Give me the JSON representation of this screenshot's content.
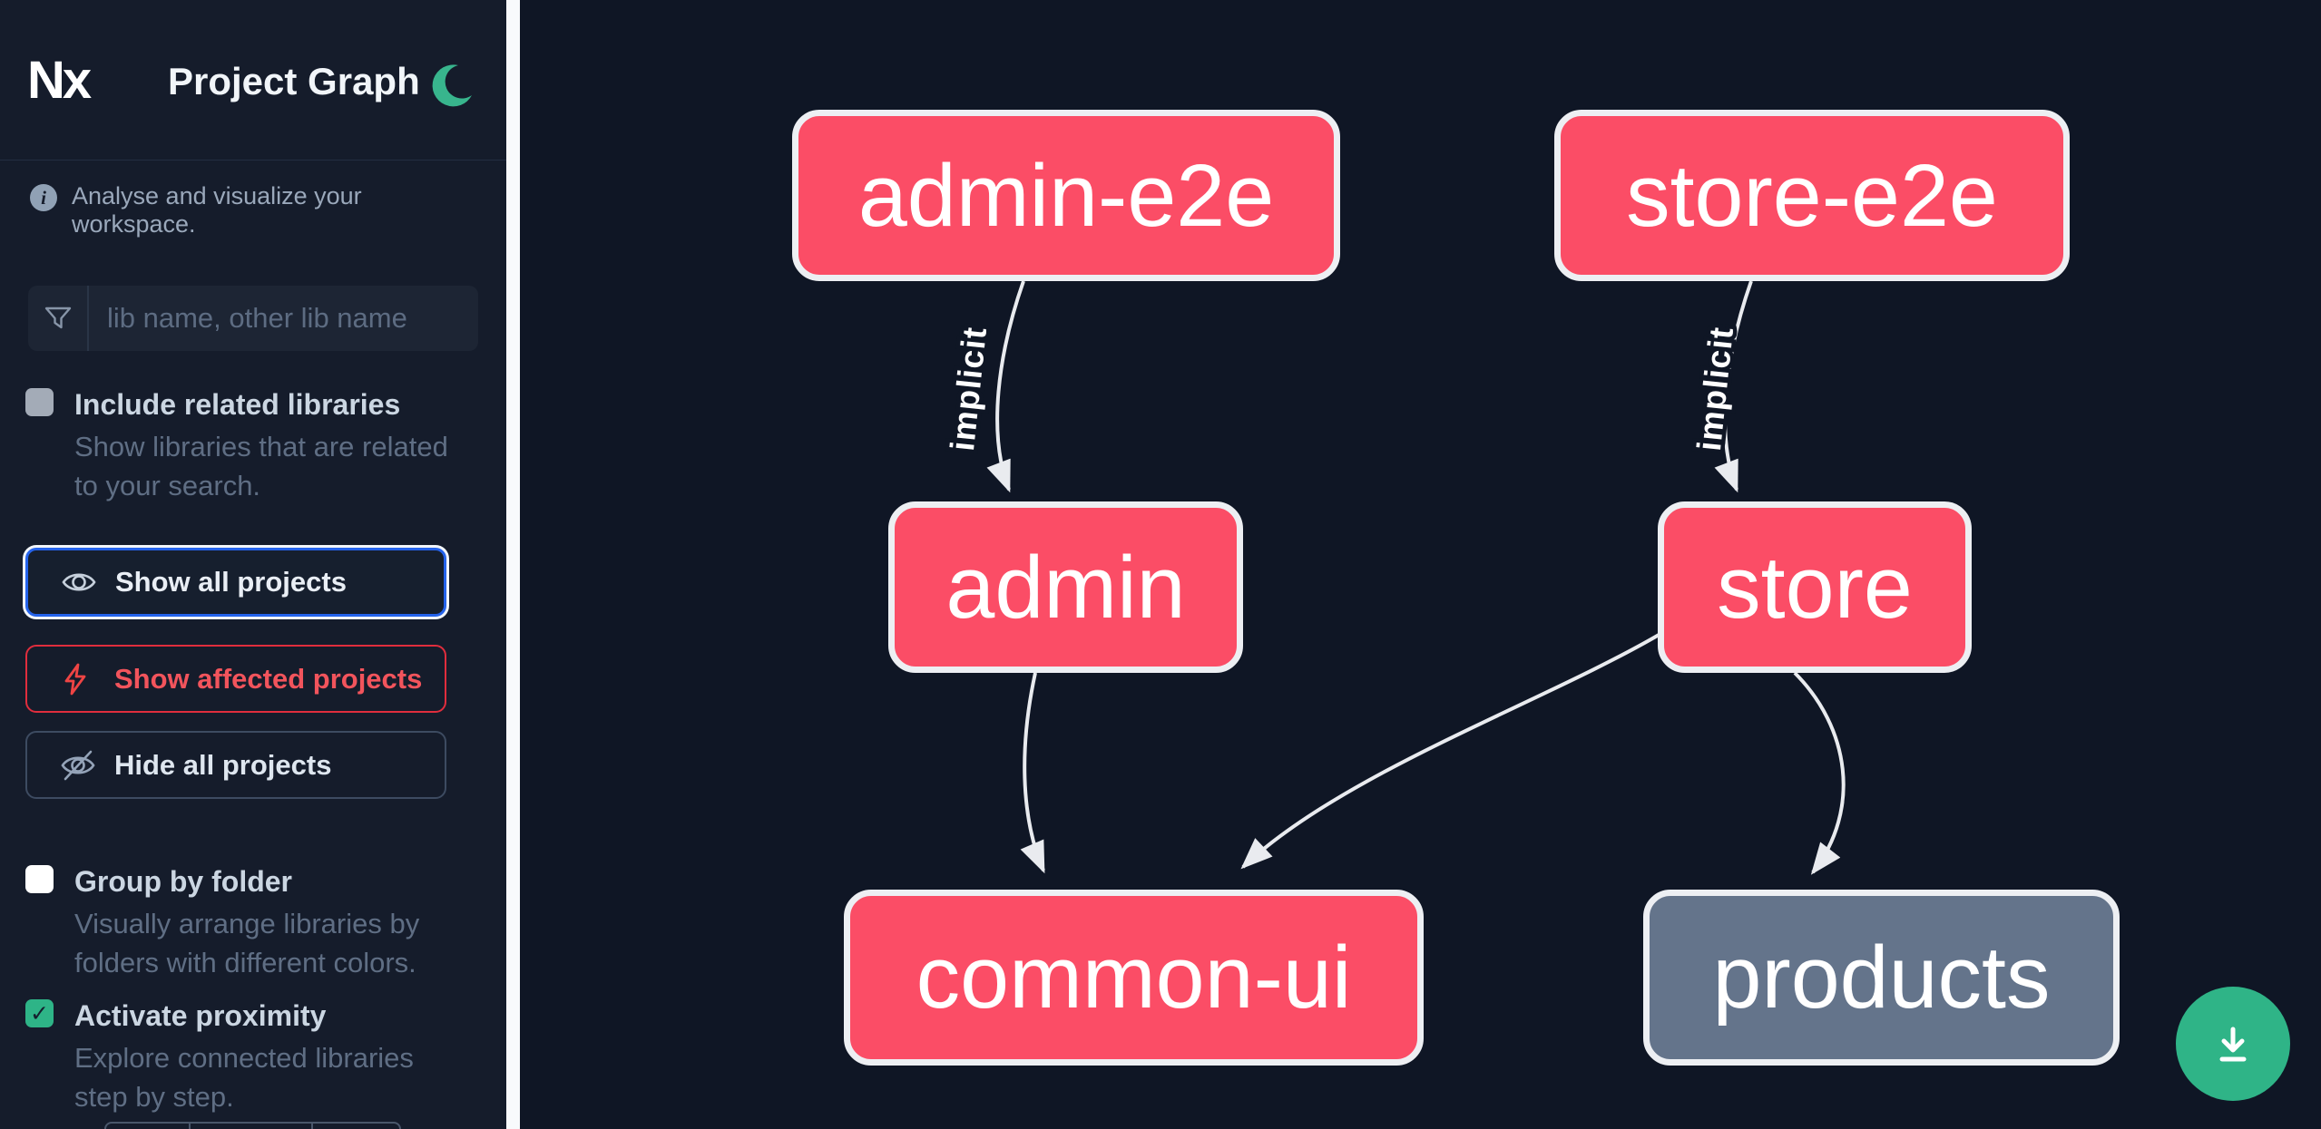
{
  "app": {
    "title": "Project Graph",
    "logo_text": "Nx"
  },
  "sidebar": {
    "tagline": "Analyse and visualize your workspace.",
    "search": {
      "placeholder": "lib name, other lib name"
    },
    "options": {
      "include_related": {
        "label": "Include related libraries",
        "description": "Show libraries that are related to your search.",
        "checked": false
      },
      "group_by_folder": {
        "label": "Group by folder",
        "description": "Visually arrange libraries by folders with different colors.",
        "checked": false
      },
      "activate_proximity": {
        "label": "Activate proximity",
        "description": "Explore connected libraries step by step.",
        "checked": true,
        "check_glyph": "✓"
      }
    },
    "actions": {
      "show_all": {
        "label": "Show all projects"
      },
      "show_affected": {
        "label": "Show affected projects"
      },
      "hide_all": {
        "label": "Hide all projects"
      }
    }
  },
  "graph": {
    "nodes": [
      {
        "id": "admin-e2e",
        "label": "admin-e2e",
        "color": "#fb4d66"
      },
      {
        "id": "store-e2e",
        "label": "store-e2e",
        "color": "#fb4d66"
      },
      {
        "id": "admin",
        "label": "admin",
        "color": "#fb4d66"
      },
      {
        "id": "store",
        "label": "store",
        "color": "#fb4d66"
      },
      {
        "id": "common-ui",
        "label": "common-ui",
        "color": "#fb4d66"
      },
      {
        "id": "products",
        "label": "products",
        "color": "#64748b"
      }
    ],
    "edges": [
      {
        "from": "admin-e2e",
        "to": "admin",
        "label": "implicit"
      },
      {
        "from": "store-e2e",
        "to": "store",
        "label": "implicit"
      },
      {
        "from": "admin",
        "to": "common-ui",
        "label": ""
      },
      {
        "from": "store",
        "to": "common-ui",
        "label": ""
      },
      {
        "from": "store",
        "to": "products",
        "label": ""
      }
    ]
  },
  "fab": {
    "icon": "download-icon"
  },
  "colors": {
    "canvas_bg": "#0f1625",
    "sidebar_bg": "#151c2b",
    "node_pink": "#fb4d66",
    "node_gray": "#64748b",
    "node_border": "#edeff3",
    "edge": "#e9ebef",
    "accent_blue": "#2563eb",
    "accent_red": "#e02d3d",
    "accent_green": "#2fb487"
  }
}
